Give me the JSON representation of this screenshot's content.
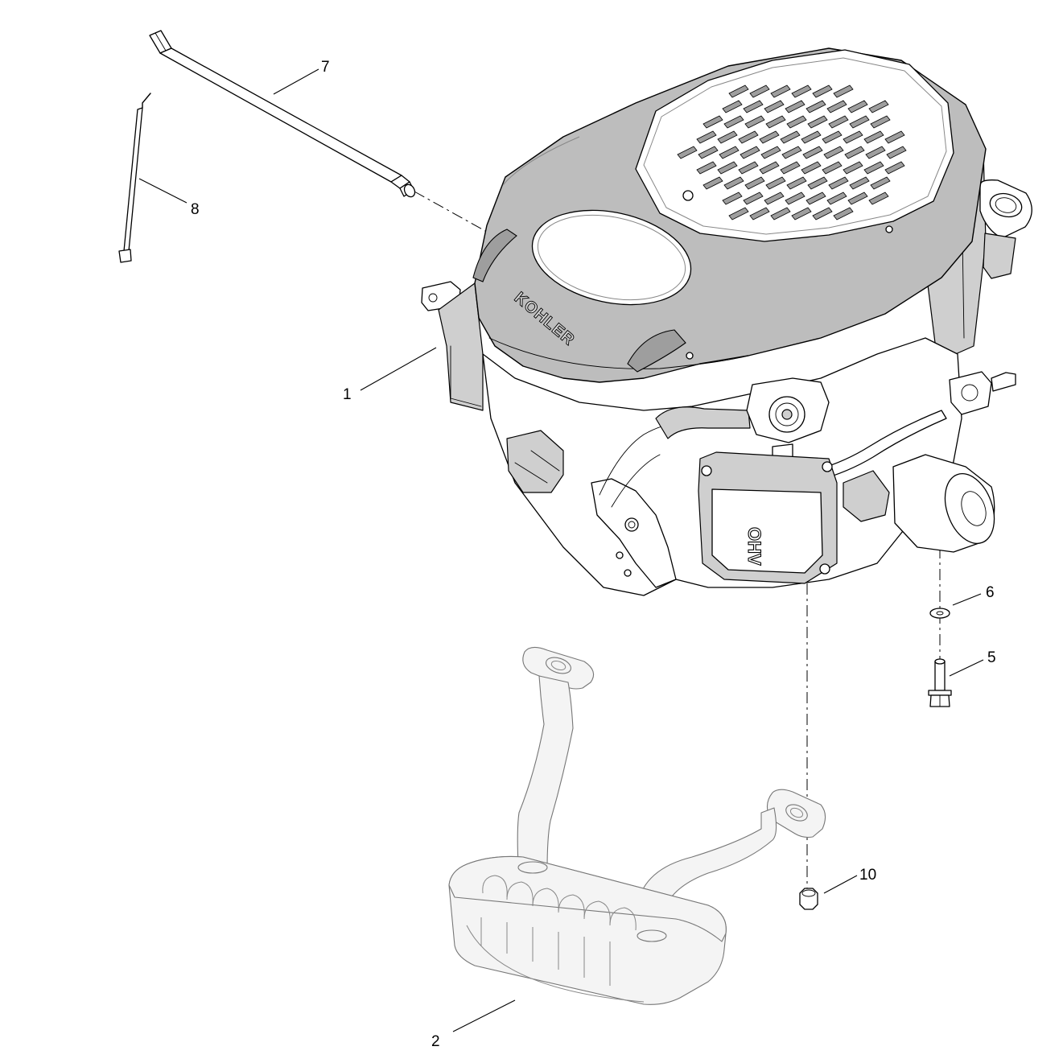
{
  "diagram": {
    "brand_text": "KOHLER",
    "valve_cover_text": "OHV",
    "parts": [
      {
        "id": "1",
        "label": "1"
      },
      {
        "id": "2",
        "label": "2"
      },
      {
        "id": "5",
        "label": "5"
      },
      {
        "id": "6",
        "label": "6"
      },
      {
        "id": "7",
        "label": "7"
      },
      {
        "id": "8",
        "label": "8"
      },
      {
        "id": "10",
        "label": "10"
      }
    ]
  }
}
